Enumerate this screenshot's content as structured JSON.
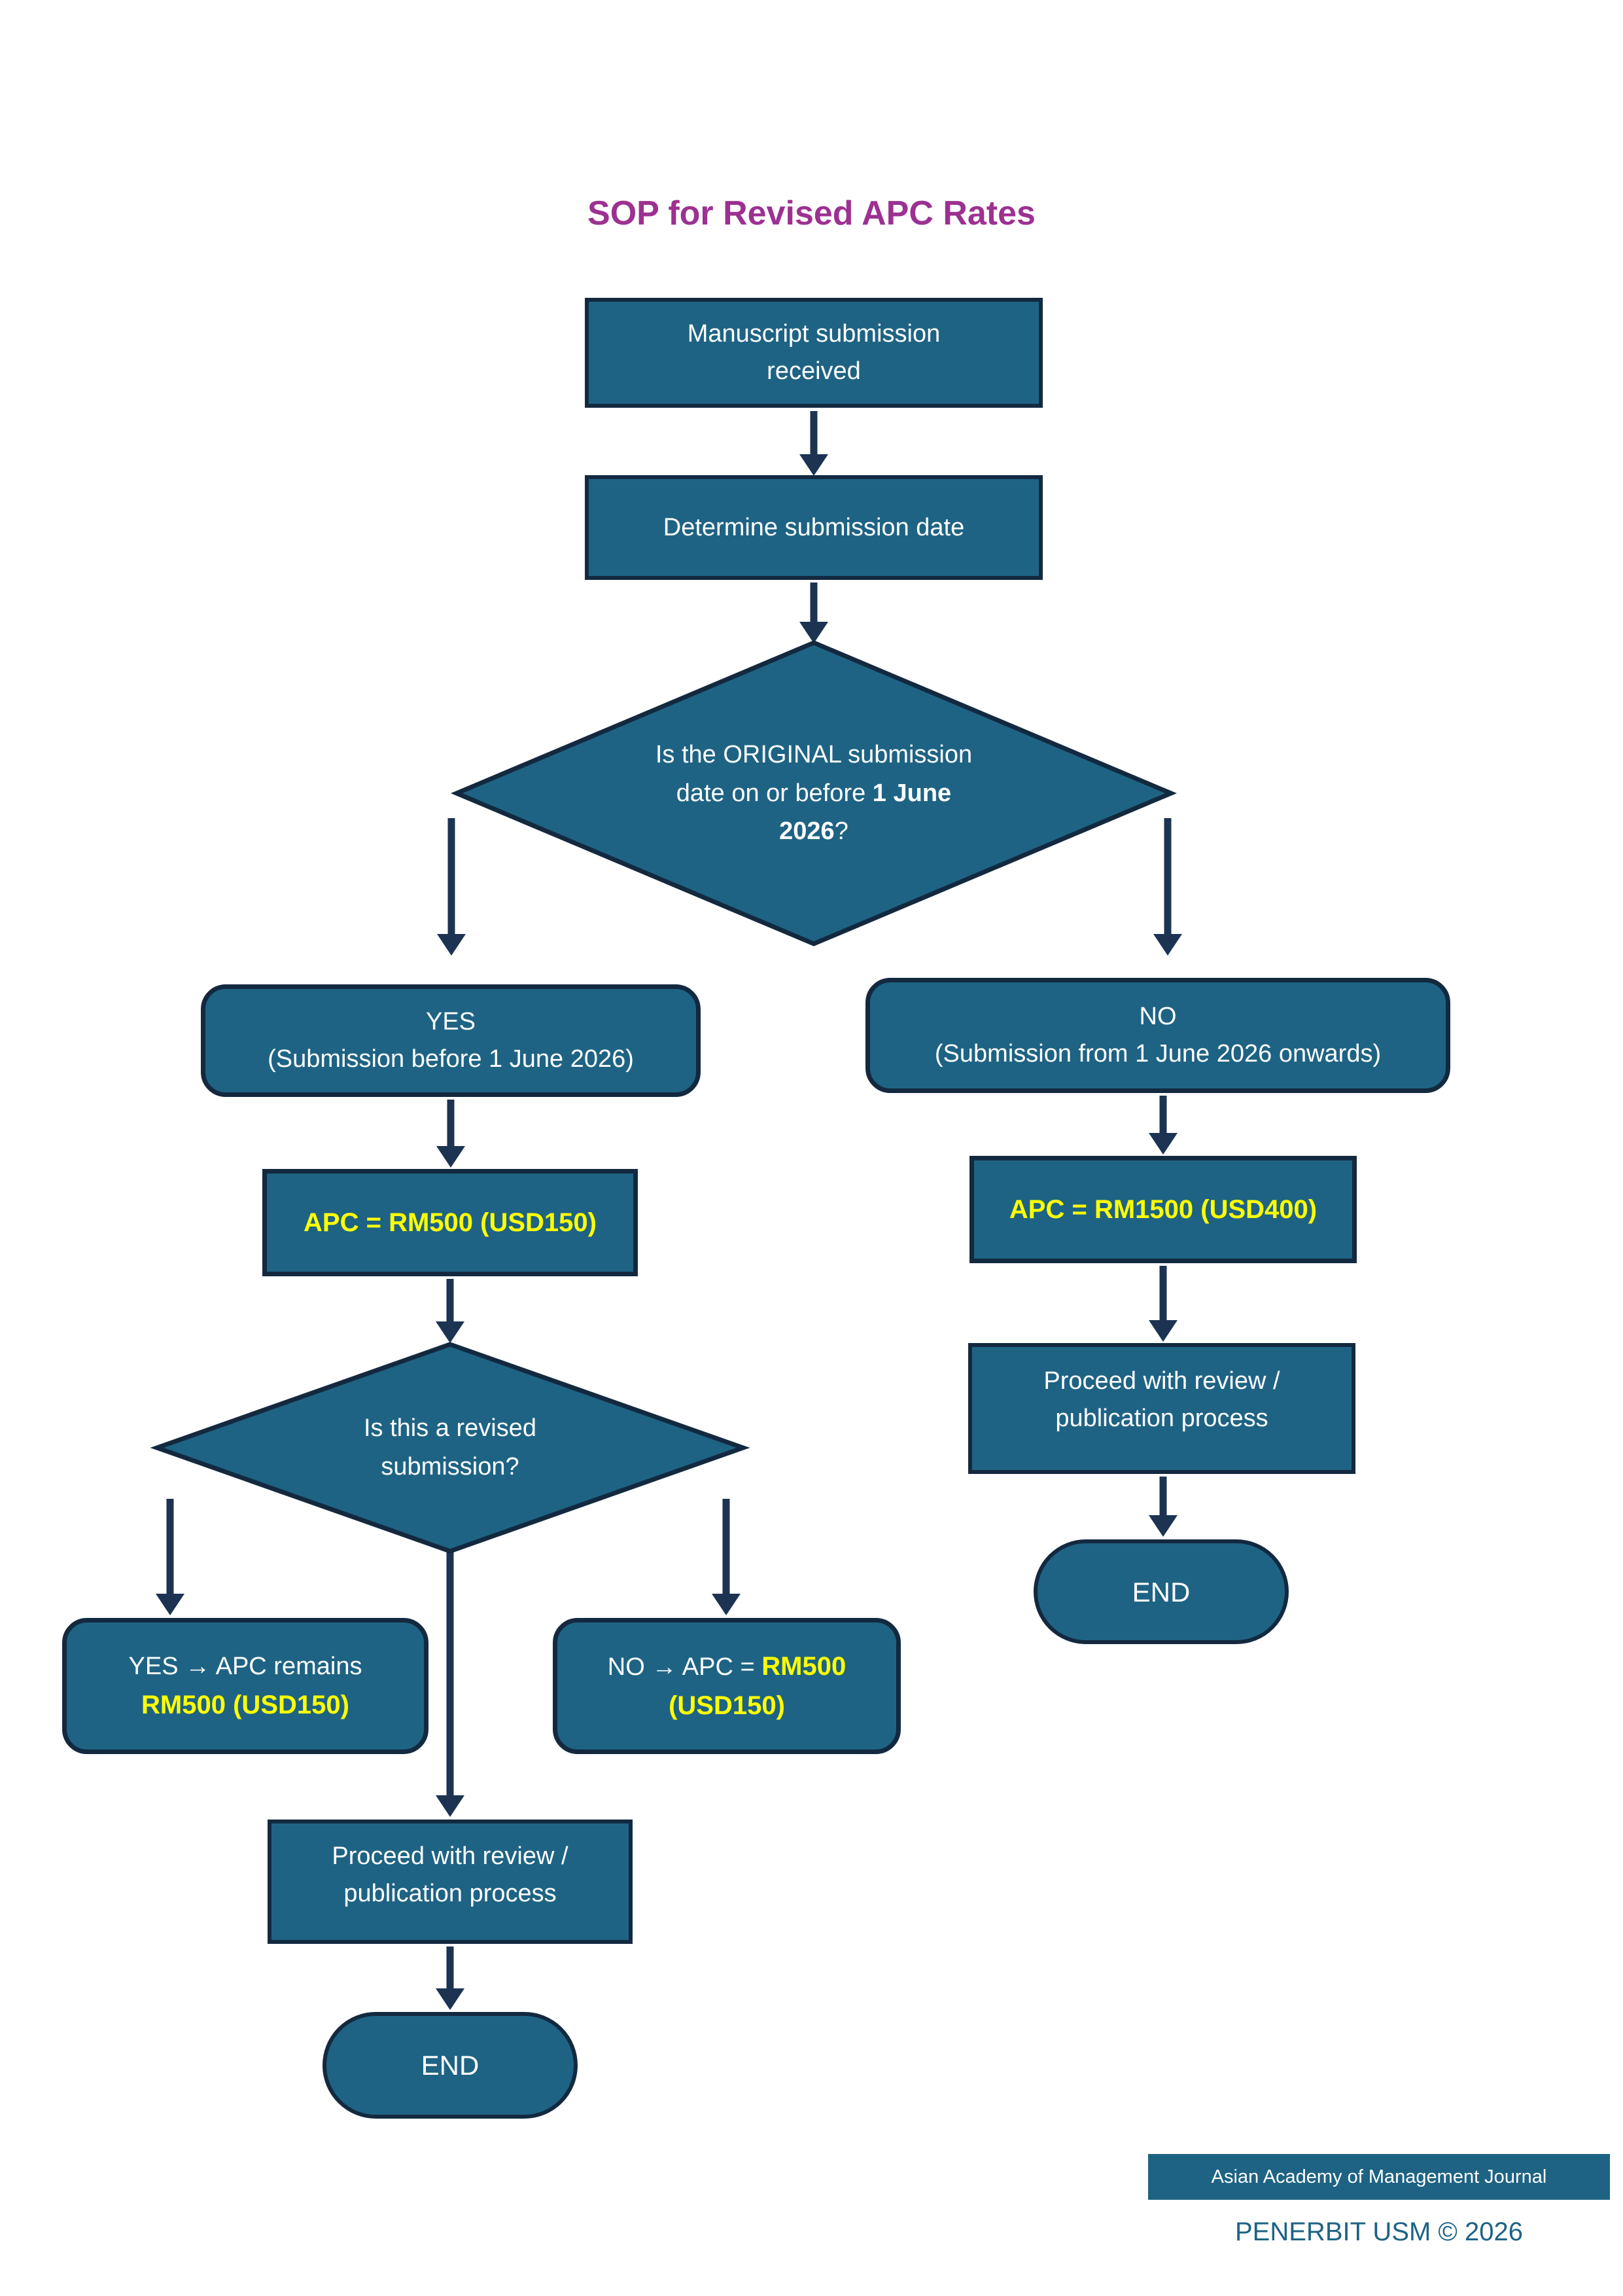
{
  "title": "SOP for Revised APC Rates",
  "colors": {
    "node_fill": "#1E6384",
    "node_border": "#13293F",
    "arrow": "#1C3352",
    "highlight_yellow": "#FFFF00",
    "title_magenta": "#9C3191",
    "node_text": "#FFFFFF",
    "footer_text": "#1E6384"
  },
  "nodes": {
    "start": "Manuscript submission received",
    "determine": "Determine submission date",
    "decision1": {
      "prefix": "Is the ORIGINAL submission date on or before ",
      "emphasis": "1 June 2026",
      "suffix": "?"
    },
    "yes_branch": {
      "line1": "YES",
      "line2": "(Submission before 1 June 2026)"
    },
    "no_branch": {
      "line1": "NO",
      "line2": "(Submission from 1 June 2026 onwards)"
    },
    "apc_yes": "APC = RM500 (USD150)",
    "apc_no": "APC = RM1500 (USD400)",
    "proceed_right": "Proceed with review / publication process",
    "end_right": "END",
    "decision2": "Is this a revised submission?",
    "revised_yes": {
      "line1": "YES → APC remains",
      "line2": "RM500 (USD150)"
    },
    "revised_no": {
      "prefix": "NO → APC = ",
      "value": "RM500",
      "value2": "(USD150)"
    },
    "proceed_left": "Proceed with review / publication process",
    "end_left": "END"
  },
  "footer": {
    "journal": "Asian Academy of Management Journal",
    "copyright": "PENERBIT USM © 2026"
  }
}
